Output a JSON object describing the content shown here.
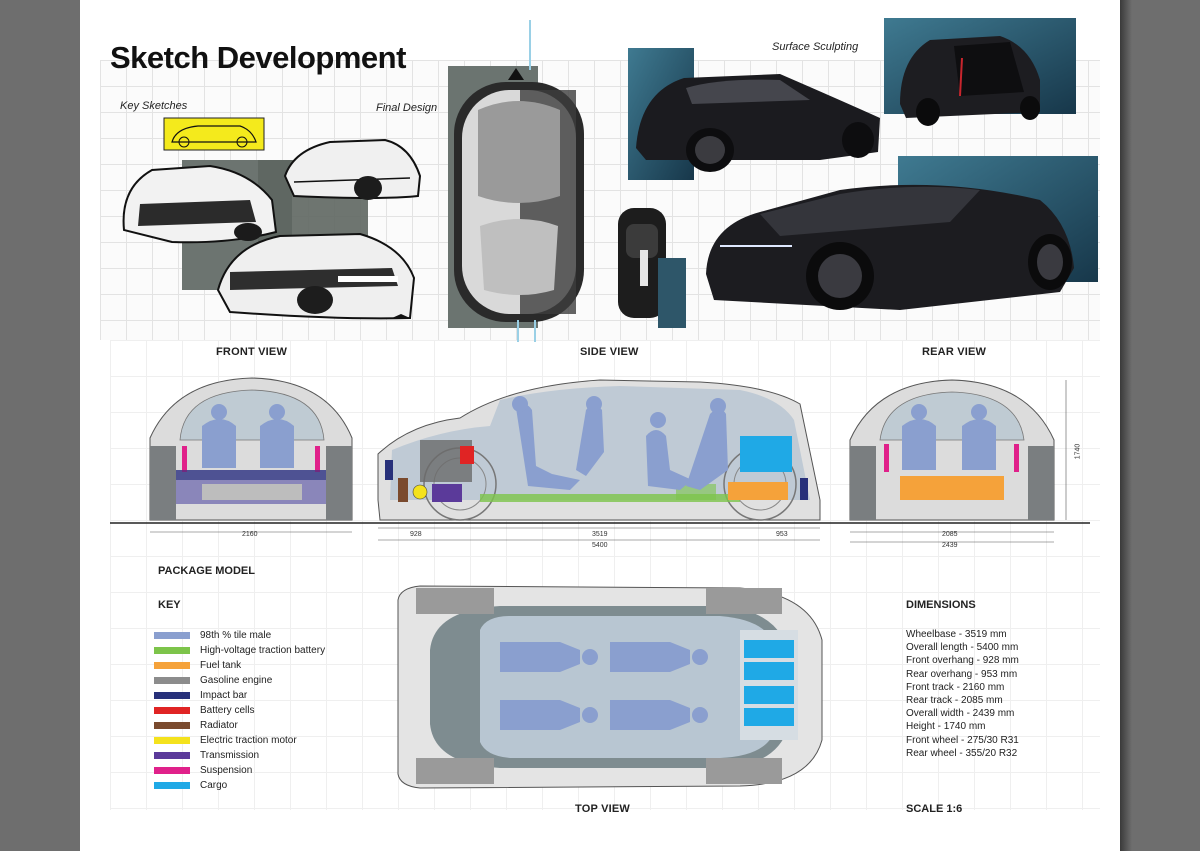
{
  "title": "Sketch Development",
  "captions": {
    "key_sketches": "Key Sketches",
    "final_design": "Final Design",
    "surface_sculpting": "Surface Sculpting"
  },
  "views": {
    "front": "FRONT VIEW",
    "side": "SIDE VIEW",
    "rear": "REAR VIEW",
    "top": "TOP VIEW"
  },
  "dimension_labels": {
    "front_width": "2160",
    "side_front_overhang": "928",
    "side_wheelbase": "3519",
    "side_rear_overhang": "953",
    "side_length": "5400",
    "rear_track": "2085",
    "rear_width": "2439",
    "height": "1740"
  },
  "package_model": "PACKAGE MODEL",
  "key": {
    "heading": "KEY",
    "items": [
      {
        "label": "98th % tile male",
        "color": "#8a9fcf"
      },
      {
        "label": "High-voltage traction battery",
        "color": "#7dc44a"
      },
      {
        "label": "Fuel tank",
        "color": "#f5a23a"
      },
      {
        "label": "Gasoline engine",
        "color": "#8c8c8c"
      },
      {
        "label": "Impact bar",
        "color": "#27307a"
      },
      {
        "label": "Battery cells",
        "color": "#e02424"
      },
      {
        "label": "Radiator",
        "color": "#7a4a2e"
      },
      {
        "label": "Electric traction motor",
        "color": "#f4e21d"
      },
      {
        "label": "Transmission",
        "color": "#5b3a9a"
      },
      {
        "label": "Suspension",
        "color": "#e0218a"
      },
      {
        "label": "Cargo",
        "color": "#1fa9e6"
      }
    ]
  },
  "dimensions": {
    "heading": "DIMENSIONS",
    "items": [
      "Wheelbase - 3519 mm",
      "Overall length - 5400 mm",
      "Front overhang - 928 mm",
      "Rear overhang - 953 mm",
      "Front track - 2160 mm",
      "Rear track - 2085 mm",
      "Overall width - 2439 mm",
      "Height - 1740 mm",
      "Front wheel - 275/30 R31",
      "Rear wheel - 355/20 R32"
    ]
  },
  "scale": "SCALE 1:6"
}
